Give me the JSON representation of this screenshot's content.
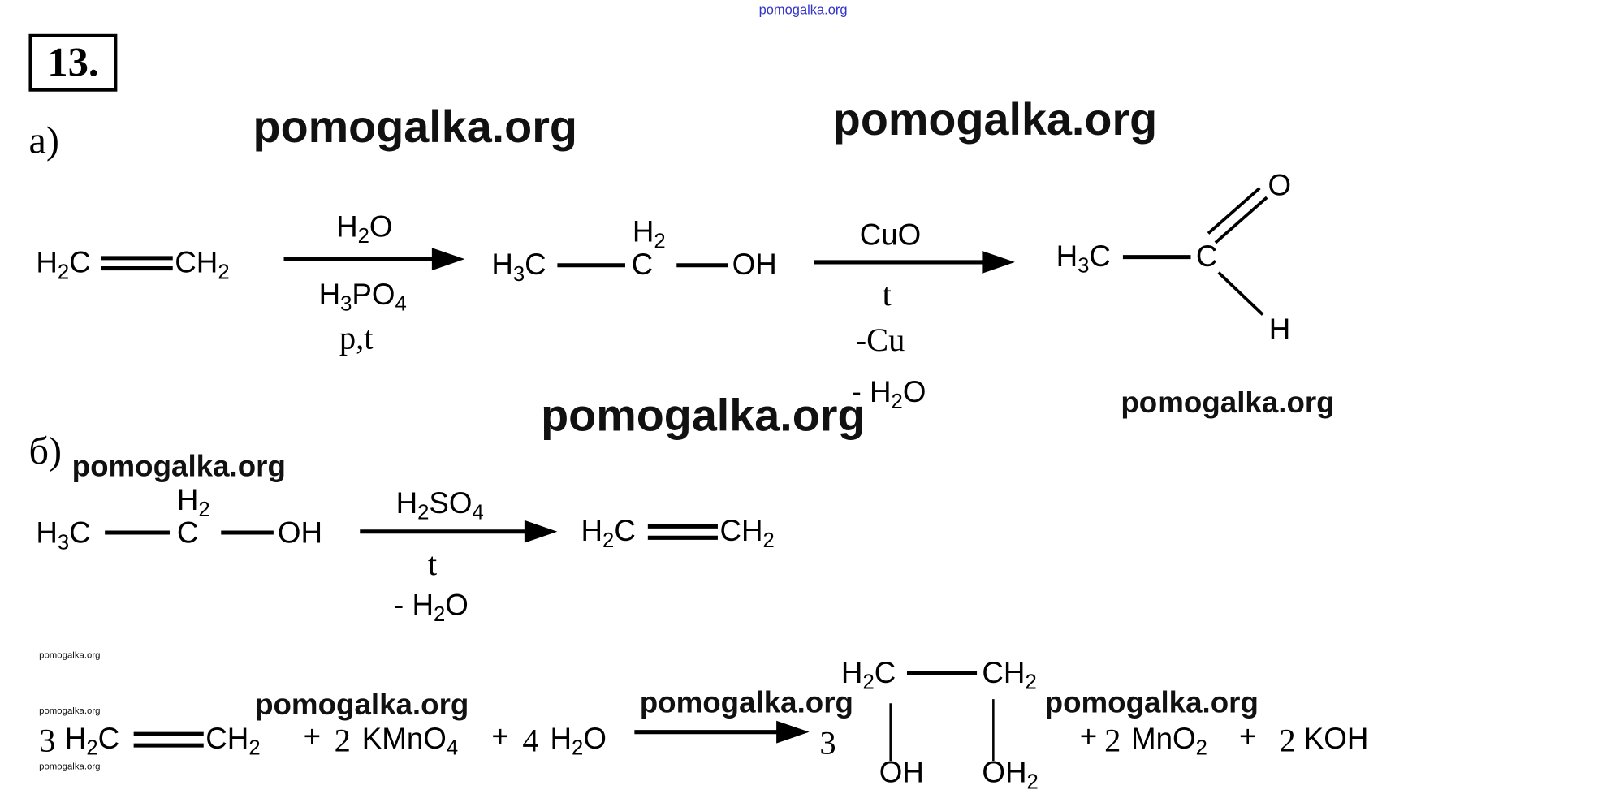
{
  "problem_number": "13.",
  "watermark": "pomogalka.org",
  "watermark_color": "#3333cc",
  "part_a": {
    "label": "а)",
    "reactant": {
      "left": "H2C",
      "right": "CH2"
    },
    "arrow1": {
      "above": "H2O",
      "below": "H3PO4",
      "conditions": "p,t"
    },
    "ethanol": {
      "left": "H3C",
      "center": "C",
      "center_h": "H2",
      "right": "OH"
    },
    "arrow2": {
      "above": "CuO",
      "cond1": "t",
      "cond2": "-Cu",
      "cond3": "- H2O"
    },
    "product": {
      "left": "H3C",
      "center": "C",
      "top": "O",
      "bottom": "H"
    }
  },
  "part_b": {
    "label": "б)",
    "ethanol": {
      "left": "H3C",
      "center": "C",
      "center_h": "H2",
      "right": "OH"
    },
    "arrow": {
      "above": "H2SO4",
      "cond1": "t",
      "cond2": "- H2O"
    },
    "product": {
      "left": "H2C",
      "right": "CH2"
    }
  },
  "part_c": {
    "coef1": "3",
    "reactant_left": "H2C",
    "reactant_right": "CH2",
    "plus1": "+",
    "coef2": "2",
    "oxidant": "KMnO4",
    "plus2": "+",
    "coef3": "4",
    "water": "H2O",
    "coef4": "3",
    "glycol": {
      "top_left": "H2C",
      "top_right": "CH2",
      "bottom_left": "OH",
      "bottom_right": "OH2"
    },
    "plus3": "+",
    "coef5": "2",
    "mno2": "MnO2",
    "plus4": "+",
    "coef6": "2",
    "koh": "KOH"
  }
}
